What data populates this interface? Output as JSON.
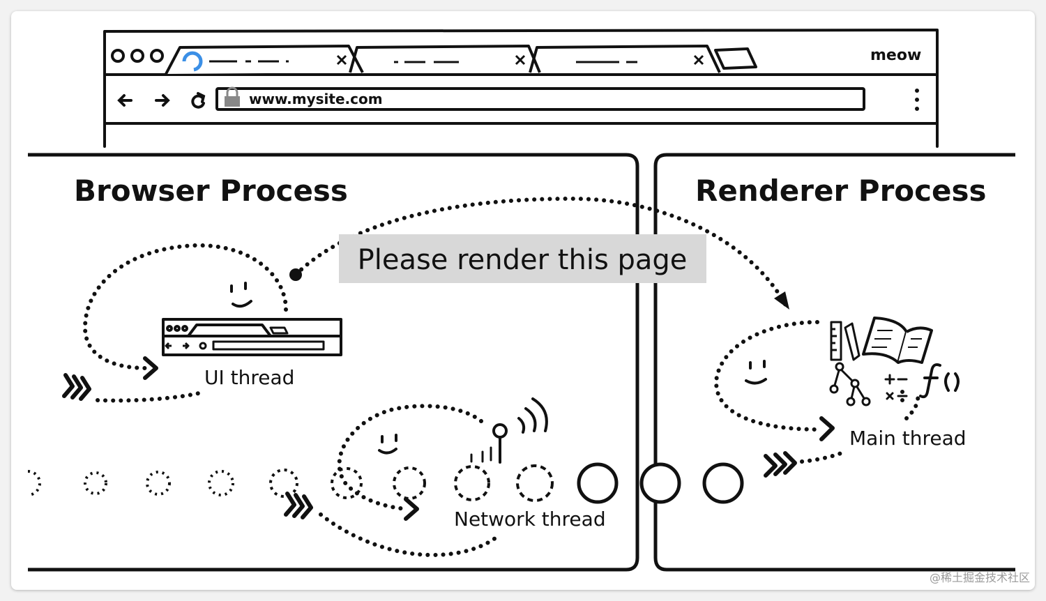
{
  "browser": {
    "url": "www.mysite.com",
    "corner_label": "meow"
  },
  "browser_process": {
    "title": "Browser Process",
    "ui_thread_label": "UI thread",
    "network_thread_label": "Network thread"
  },
  "renderer_process": {
    "title": "Renderer Process",
    "main_thread_label": "Main thread"
  },
  "message": "Please render this page",
  "watermark": "@稀土掘金技术社区"
}
